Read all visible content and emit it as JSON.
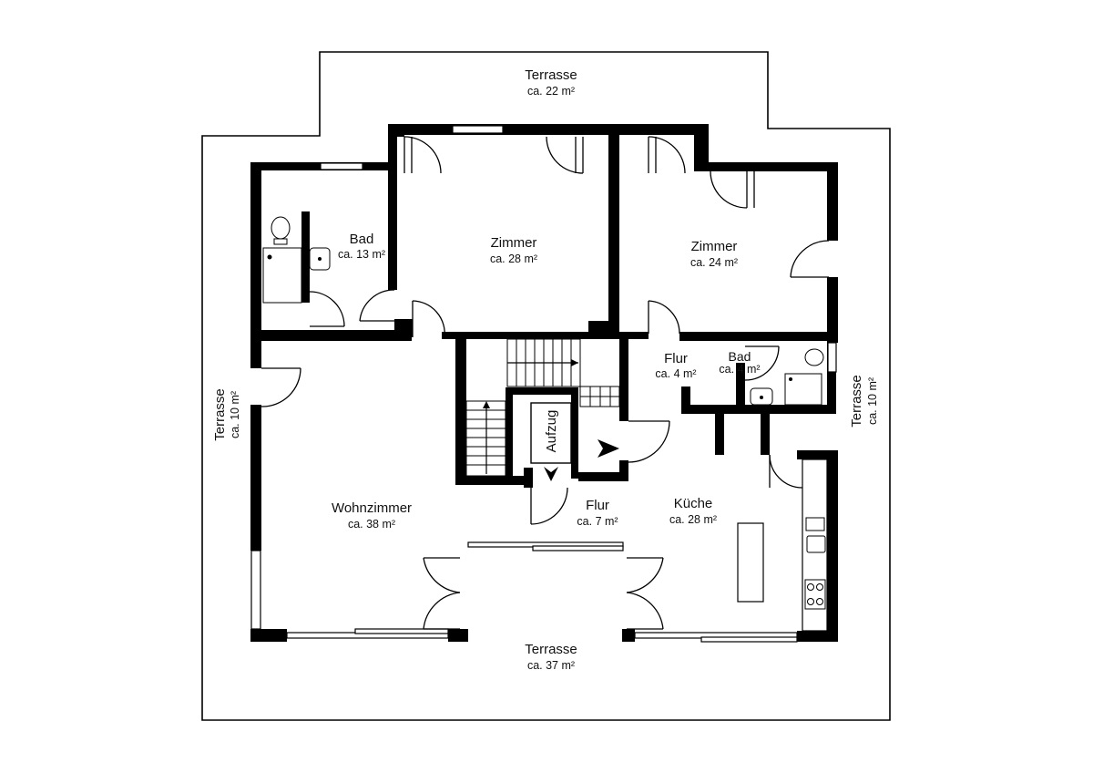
{
  "rooms": {
    "terrace_top": {
      "name": "Terrasse",
      "area": "ca. 22 m²"
    },
    "bath_main": {
      "name": "Bad",
      "area": "ca. 13 m²"
    },
    "room_left": {
      "name": "Zimmer",
      "area": "ca. 28 m²"
    },
    "room_right": {
      "name": "Zimmer",
      "area": "ca. 24 m²"
    },
    "hall_small": {
      "name": "Flur",
      "area": "ca. 4 m²"
    },
    "bath_small": {
      "name": "Bad",
      "area": "ca. 4 m²"
    },
    "terrace_left": {
      "name": "Terrasse",
      "area": "ca. 10 m²"
    },
    "terrace_right": {
      "name": "Terrasse",
      "area": "ca. 10 m²"
    },
    "elevator": {
      "name": "Aufzug"
    },
    "living": {
      "name": "Wohnzimmer",
      "area": "ca. 38 m²"
    },
    "hall_main": {
      "name": "Flur",
      "area": "ca. 7 m²"
    },
    "kitchen": {
      "name": "Küche",
      "area": "ca. 28 m²"
    },
    "terrace_bottom": {
      "name": "Terrasse",
      "area": "ca. 37 m²"
    }
  }
}
